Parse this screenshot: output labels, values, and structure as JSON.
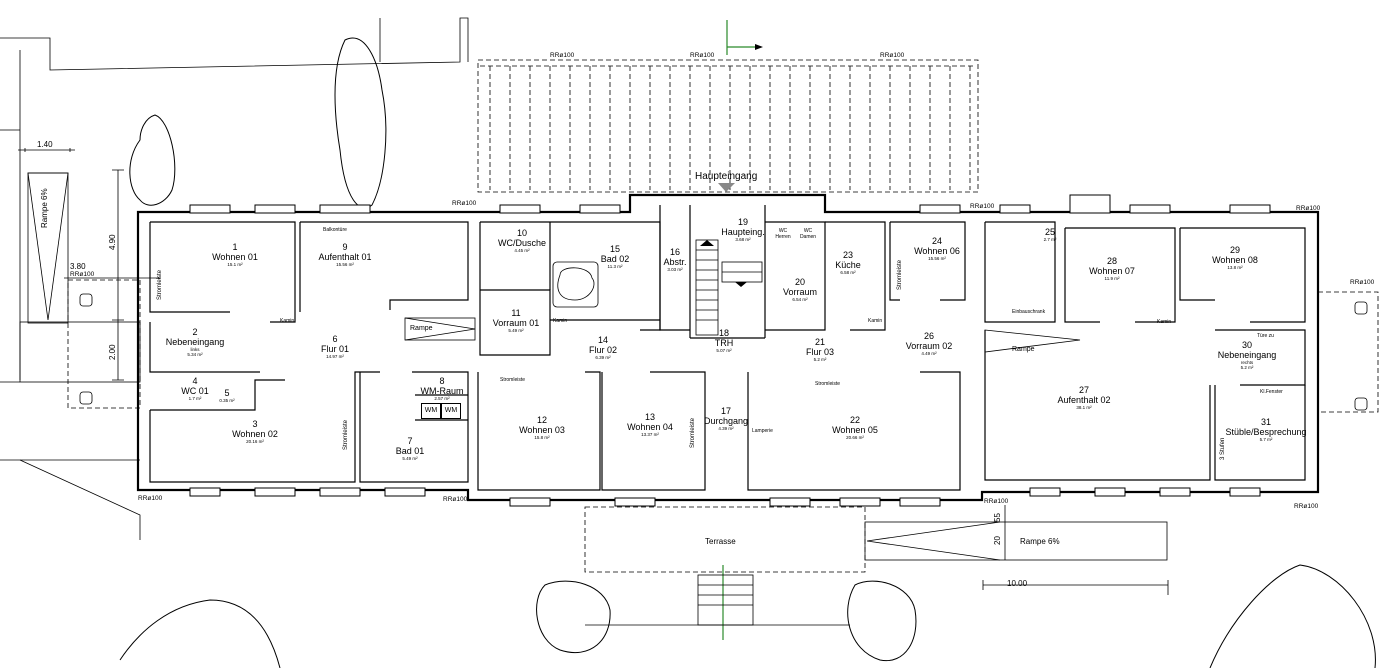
{
  "rooms": [
    {
      "num": "1",
      "name": "Wohnen 01",
      "area": "15.1 m²"
    },
    {
      "num": "2",
      "name": "Nebeneingang",
      "sub": "links",
      "area": "5.34 m²"
    },
    {
      "num": "3",
      "name": "Wohnen 02",
      "area": "20.16 m²"
    },
    {
      "num": "4",
      "name": "WC 01",
      "area": "1.7 m²"
    },
    {
      "num": "5",
      "name": "",
      "area": "0.35 m²"
    },
    {
      "num": "6",
      "name": "Flur 01",
      "area": "14.97 m²"
    },
    {
      "num": "7",
      "name": "Bad 01",
      "area": "5.49 m²"
    },
    {
      "num": "8",
      "name": "WM-Raum",
      "area": "2.57 m²"
    },
    {
      "num": "9",
      "name": "Aufenthalt 01",
      "area": "15.56 m²"
    },
    {
      "num": "10",
      "name": "WC/Dusche",
      "area": "4.45 m²"
    },
    {
      "num": "11",
      "name": "Vorraum 01",
      "area": "5.49 m²"
    },
    {
      "num": "12",
      "name": "Wohnen 03",
      "area": "15.8 m²"
    },
    {
      "num": "13",
      "name": "Wohnen 04",
      "area": "13.37 m²"
    },
    {
      "num": "14",
      "name": "Flur 02",
      "area": "6.39 m²"
    },
    {
      "num": "15",
      "name": "Bad 02",
      "area": "11.3 m²"
    },
    {
      "num": "16",
      "name": "Abstr.",
      "area": "3.03 m²"
    },
    {
      "num": "17",
      "name": "Durchgang",
      "area": "4.39 m²"
    },
    {
      "num": "18",
      "name": "TRH",
      "area": "5.07 m²"
    },
    {
      "num": "19",
      "name": "Haupteing.",
      "area": "3.68 m²"
    },
    {
      "num": "20",
      "name": "Vorraum",
      "area": "6.54 m²"
    },
    {
      "num": "21",
      "name": "Flur 03",
      "area": "5.2 m²"
    },
    {
      "num": "22",
      "name": "Wohnen 05",
      "area": "20.66 m²"
    },
    {
      "num": "23",
      "name": "Küche",
      "area": "6.58 m²"
    },
    {
      "num": "24",
      "name": "Wohnen 06",
      "area": "15.56 m²"
    },
    {
      "num": "25",
      "name": "",
      "area": "2.7 m²"
    },
    {
      "num": "26",
      "name": "Vorraum 02",
      "area": "4.49 m²"
    },
    {
      "num": "27",
      "name": "Aufenthalt 02",
      "area": "38.1 m²"
    },
    {
      "num": "28",
      "name": "Wohnen 07",
      "area": "11.9 m²"
    },
    {
      "num": "29",
      "name": "Wohnen 08",
      "area": "13.8 m²"
    },
    {
      "num": "30",
      "name": "Nebeneingang",
      "sub": "rechts",
      "area": "5.2 m²"
    },
    {
      "num": "31",
      "name": "Stüble/Besprechung",
      "area": "5.7 m²"
    }
  ],
  "labels": {
    "haupteingang": "Haupteingang",
    "terrasse": "Terrasse",
    "rampe_left": "Rampe 6%",
    "rampe_bottom": "Rampe 6%",
    "rampe_inner_1": "Rampe",
    "rampe_inner_2": "Rampe",
    "balkontuere": "Balkontüre",
    "stromleiste": "Stromleiste",
    "kamin": "Kamin",
    "wc_herren": "WC Herren",
    "wc_damen": "WC Damen",
    "einbauschrank": "Einbauschrank",
    "tuere_zu": "Türe zu",
    "kl_fenster": "Kl.Fenster",
    "stufen": "3 Stufen",
    "lamperie": "Lamperie",
    "rra": "RRø100",
    "wm": "WM"
  },
  "dimensions": {
    "d140": "1.40",
    "d380": "3.80",
    "d490": "4.90",
    "d200": "2.00",
    "d1000": "10.00",
    "d55": "55",
    "d20": "20"
  }
}
